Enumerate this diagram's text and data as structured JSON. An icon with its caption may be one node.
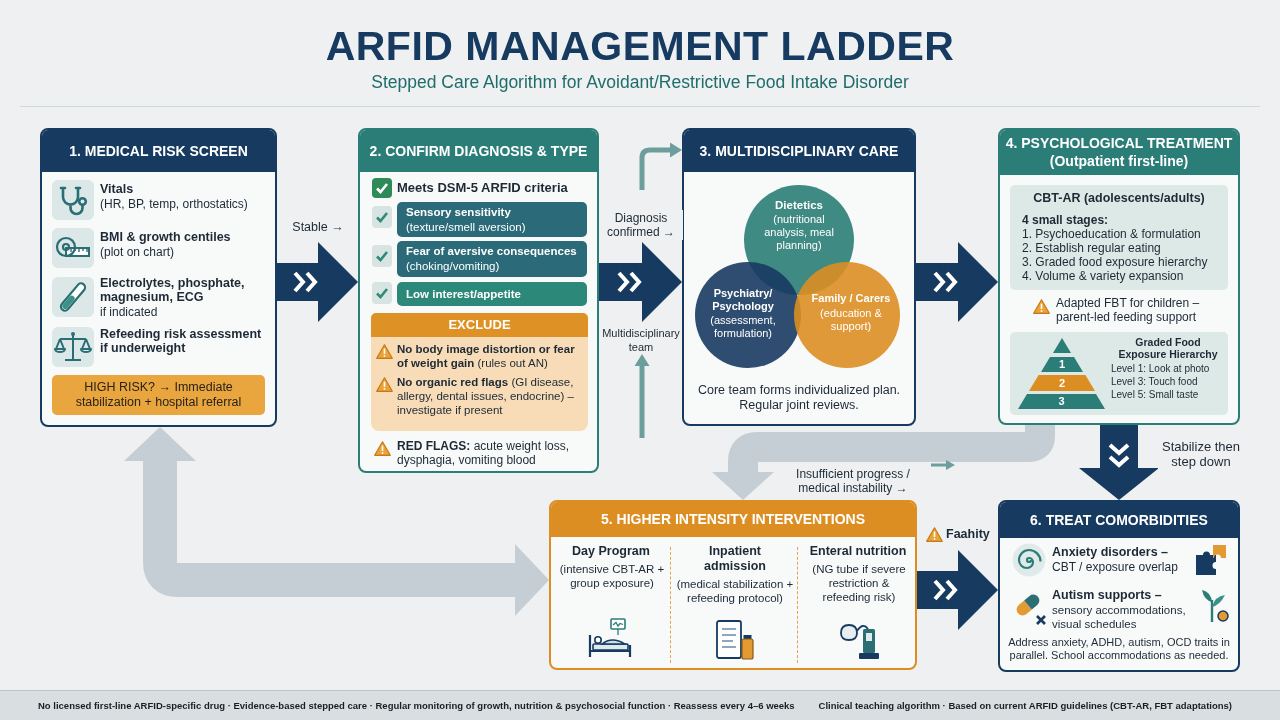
{
  "diagram": {
    "title": "ARFID MANAGEMENT LADDER",
    "nodes": [
      {
        "text": [
          "1. MEDICAL RISK SCREEN",
          "Vitals",
          "(HR, BP, temp, orthostatics)",
          "BMI & growth centiles",
          "(plot on chart)",
          "Electrolytes, phosphate, magnesium, ECG",
          "if indicated",
          "Refeeding risk assessment if underweight"
        ]
      },
      {
        "text": [
          "HIGH RISK? → Immediate stabilization + hospital referral"
        ],
        "in": 0
      },
      {
        "text": [
          "2. CONFIRM DIAGNOSIS & TYPE",
          "Meets DSM-5 ARFID criteria",
          "**RED FLAGS:** acute weight loss, dysphagia, vomiting blood"
        ]
      },
      {
        "text": [
          "Sensory sensitivity",
          "(texture/smell aversion)"
        ],
        "in": 2
      },
      {
        "text": [
          "Fear of aversive consequences",
          "(choking/vomiting)"
        ],
        "in": 2
      },
      {
        "text": [
          "Low interest/appetite"
        ],
        "in": 2
      },
      {
        "text": [
          "EXCLUDE",
          "**No body image distortion or fear of weight gain** (rules out AN)",
          "**No organic red flags** (GI disease, allergy, dental issues, endocrine) – investigate if present"
        ],
        "in": 2
      },
      {
        "text": [
          "Multidisciplinary team"
        ]
      },
      {
        "text": [
          "3. MULTIDISCIPLINARY CARE",
          "Core team forms individualized plan. Regular joint reviews."
        ]
      },
      {
        "text": [
          "Dietetics",
          "(nutritional analysis, meal planning)"
        ],
        "in": 8
      },
      {
        "text": [
          "Psychiatry/ Psychology",
          "(assessment, formulation)"
        ],
        "in": 8
      },
      {
        "text": [
          "Family / Carers",
          "(education & support)"
        ],
        "in": 8
      },
      {
        "text": [
          "4. PSYCHOLOGICAL TREATMENT",
          "(Outpatient first-line)",
          "Adapted FBT for children – parent-led feeding support"
        ]
      },
      {
        "text": [
          "CBT-AR (adolescents/adults)",
          "4 small stages:",
          "1. Psychoeducation & formulation",
          "2. Establish regular eating",
          "3. Graded food exposure hierarchy",
          "4. Volume & variety expansion"
        ],
        "in": 12
      },
      {
        "text": [
          "Graded Food Exposure Hierarchy",
          "Level 1: Look at photo",
          "Level 3: Touch food",
          "Level 5: Small taste"
        ],
        "in": 12
      },
      {
        "text": [],
        "shape": "triangle",
        "in": 14
      },
      {
        "text": [
          "1"
        ],
        "in": 14
      },
      {
        "text": [
          "2"
        ],
        "in": 14
      },
      {
        "text": [
          "3"
        ],
        "in": 14
      },
      {
        "text": [
          "5. HIGHER INTENSITY INTERVENTIONS",
          "Day Program",
          "(intensive CBT-AR + group exposure)",
          "Inpatient admission",
          "(medical stabilization + refeeding protocol)",
          "Enteral nutrition",
          "(NG tube if severe restriction & refeeding risk)"
        ]
      },
      {
        "text": [
          "6. TREAT COMORBIDITIES",
          "Anxiety disorders –",
          "CBT / exposure overlap",
          "Autism supports –",
          "sensory accommodations, visual schedules",
          "Address anxiety, ADHD, autism, OCD traits in parallel. School accommodations as needed."
        ]
      }
    ],
    "edges": [
      {
        "from": 0,
        "to": 2,
        "arrow": "to",
        "label": "Stable →"
      },
      {
        "from": 2,
        "to": 8,
        "arrow": "to",
        "label": "Diagnosis confirmed →"
      },
      {
        "from": null,
        "to": 8,
        "arrow": "to",
        "color": "#6b9e9c"
      },
      {
        "from": null,
        "to": 7,
        "arrow": "to",
        "color": "#6b9e9c"
      },
      {
        "from": 8,
        "to": 12,
        "arrow": "to"
      },
      {
        "from": 12,
        "to": 20,
        "arrow": "to",
        "label": "Stabilize then step down"
      },
      {
        "from": 12,
        "to": 19,
        "arrow": "to",
        "label": "Insufficient progress / medical instability →",
        "color": "#c5ced4"
      },
      {
        "from": 0,
        "to": 19,
        "arrow": "both",
        "color": "#c5ced4"
      },
      {
        "from": 19,
        "to": 20,
        "arrow": "to",
        "label": "Faahity"
      }
    ],
    "labels": [
      "Stepped Care Algorithm for Avoidant/Restrictive Food Intake Disorder",
      "No licensed first-line ARFID-specific drug · Evidence-based stepped care · Regular monitoring of growth, nutrition & psychosocial function · Reassess every 4–6 weeks",
      "Clinical teaching algorithm · Based on current ARFID guidelines (CBT-AR, FBT adaptations)"
    ]
  }
}
